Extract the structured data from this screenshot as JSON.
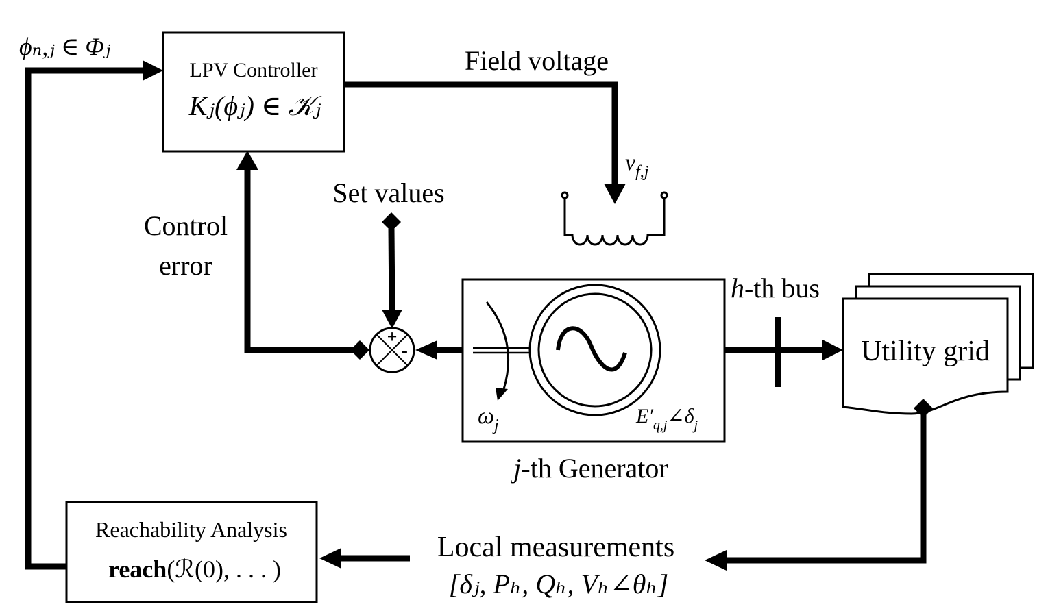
{
  "lpv": {
    "title": "LPV Controller",
    "formula": "Kⱼ(ϕⱼ) ∈ 𝒦ⱼ"
  },
  "feedback_input_label": "ϕₙ,ⱼ ∈ Φⱼ",
  "field_voltage": {
    "label": "Field voltage",
    "symbol": "v",
    "symbol_sub": "f,j"
  },
  "set_values_label": "Set values",
  "control_error": {
    "line1": "Control",
    "line2": "error"
  },
  "summing_junction": {
    "plus": "+",
    "minus": "-"
  },
  "generator": {
    "omega": "ω",
    "omega_sub": "j",
    "emf": "E′",
    "emf_sub": "q,j",
    "angle": "∠δ",
    "angle_sub": "j",
    "caption_var": "j",
    "caption_rest": "-th Generator"
  },
  "bus": {
    "var": "h",
    "rest": "-th bus"
  },
  "grid_label": "Utility grid",
  "local_measurements": {
    "title": "Local measurements",
    "vector": "[δⱼ, Pₕ, Qₕ, Vₕ∠θₕ]"
  },
  "reach": {
    "title": "Reachability Analysis",
    "bold": "reach",
    "rest": "(ℛ(0), . . . )"
  }
}
